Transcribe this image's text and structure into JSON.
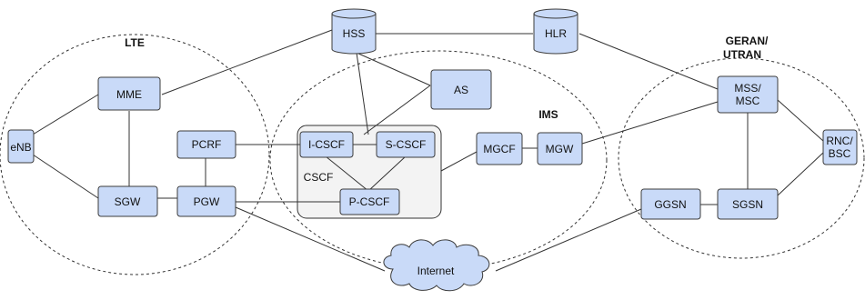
{
  "regions": {
    "lte": "LTE",
    "ims": "IMS",
    "geran_utran_line1": "GERAN/",
    "geran_utran_line2": "UTRAN",
    "cscf_group": "CSCF"
  },
  "nodes": {
    "hss": "HSS",
    "hlr": "HLR",
    "mme": "MME",
    "enb": "eNB",
    "sgw": "SGW",
    "pgw": "PGW",
    "pcrf": "PCRF",
    "as": "AS",
    "i_cscf": "I-CSCF",
    "s_cscf": "S-CSCF",
    "p_cscf": "P-CSCF",
    "mgcf": "MGCF",
    "mgw": "MGW",
    "mss_msc_line1": "MSS/",
    "mss_msc_line2": "MSC",
    "rnc_bsc_line1": "RNC/",
    "rnc_bsc_line2": "BSC",
    "ggsn": "GGSN",
    "sgsn": "SGSN",
    "internet": "Internet"
  },
  "colors": {
    "node_fill": "#c9daf8",
    "cscf_group_fill": "#f3f3f3",
    "line": "#333333"
  }
}
